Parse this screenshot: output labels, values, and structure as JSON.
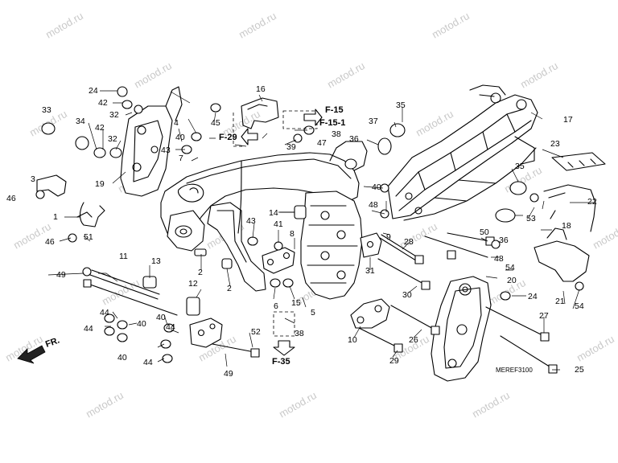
{
  "watermark": "motod.ru",
  "diagram_code": "MEREF3100",
  "direction_label": "FR.",
  "references": [
    "F-15",
    "F-15-1",
    "F-29",
    "F-35"
  ],
  "callouts": [
    "1",
    "2",
    "2",
    "3",
    "4",
    "5",
    "6",
    "7",
    "8",
    "9",
    "10",
    "11",
    "12",
    "13",
    "14",
    "15",
    "16",
    "17",
    "18",
    "19",
    "20",
    "21",
    "22",
    "23",
    "24",
    "24",
    "25",
    "26",
    "27",
    "28",
    "29",
    "30",
    "31",
    "32",
    "32",
    "33",
    "34",
    "35",
    "35",
    "36",
    "36",
    "37",
    "38",
    "38",
    "39",
    "40",
    "40",
    "40",
    "40",
    "40",
    "41",
    "42",
    "42",
    "43",
    "43",
    "44",
    "44",
    "44",
    "44",
    "45",
    "46",
    "46",
    "47",
    "48",
    "48",
    "49",
    "49",
    "50",
    "51",
    "52",
    "53",
    "54",
    "54"
  ]
}
